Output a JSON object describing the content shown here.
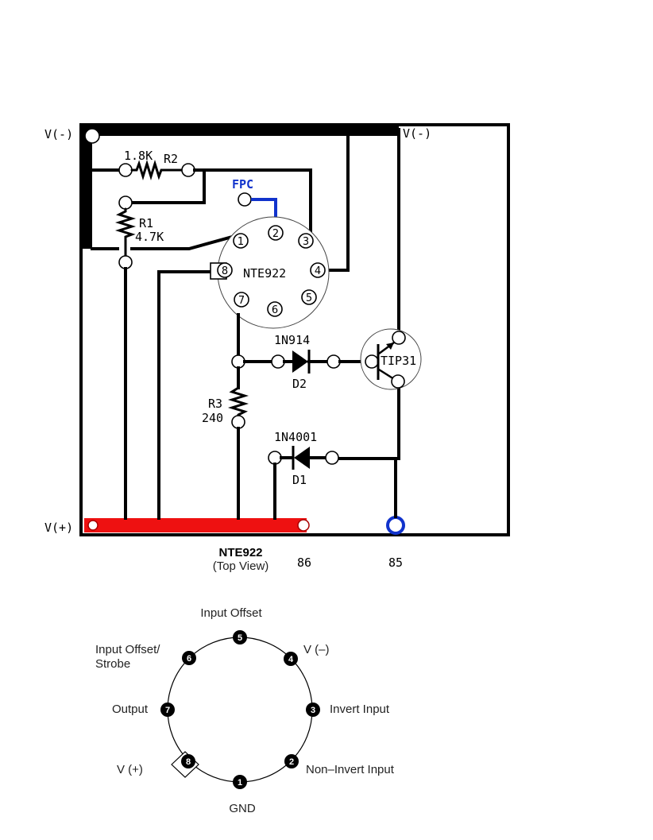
{
  "schematic": {
    "rail_labels": {
      "v_minus_left": "V(-)",
      "v_minus_right": "V(-)",
      "v_plus": "V(+)"
    },
    "fpc_label": "FPC",
    "ic": {
      "name": "NTE922",
      "pins": [
        "1",
        "2",
        "3",
        "4",
        "5",
        "6",
        "7",
        "8"
      ]
    },
    "r2": {
      "value": "1.8K",
      "ref": "R2"
    },
    "r1": {
      "ref": "R1",
      "value": "4.7K"
    },
    "r3": {
      "ref": "R3",
      "value": "240"
    },
    "d2": {
      "part": "1N914",
      "ref": "D2"
    },
    "d1": {
      "part": "1N4001",
      "ref": "D1"
    },
    "transistor": "TIP31",
    "terminal_86": "86",
    "terminal_85": "85",
    "colors": {
      "v_plus_bar": "#ee1111",
      "fpc_wire": "#1133cc",
      "terminal_85_ring": "#1133cc"
    }
  },
  "pinout": {
    "title": "NTE922",
    "subtitle": "(Top View)",
    "pins": [
      {
        "num": "1",
        "label": "GND"
      },
      {
        "num": "2",
        "label": "Non–Invert Input"
      },
      {
        "num": "3",
        "label": "Invert Input"
      },
      {
        "num": "4",
        "label": "V (–)"
      },
      {
        "num": "5",
        "label": "Input Offset"
      },
      {
        "num": "6",
        "label": "Input Offset/",
        "label2": "Strobe"
      },
      {
        "num": "7",
        "label": "Output"
      },
      {
        "num": "8",
        "label": "V (+)"
      }
    ]
  }
}
